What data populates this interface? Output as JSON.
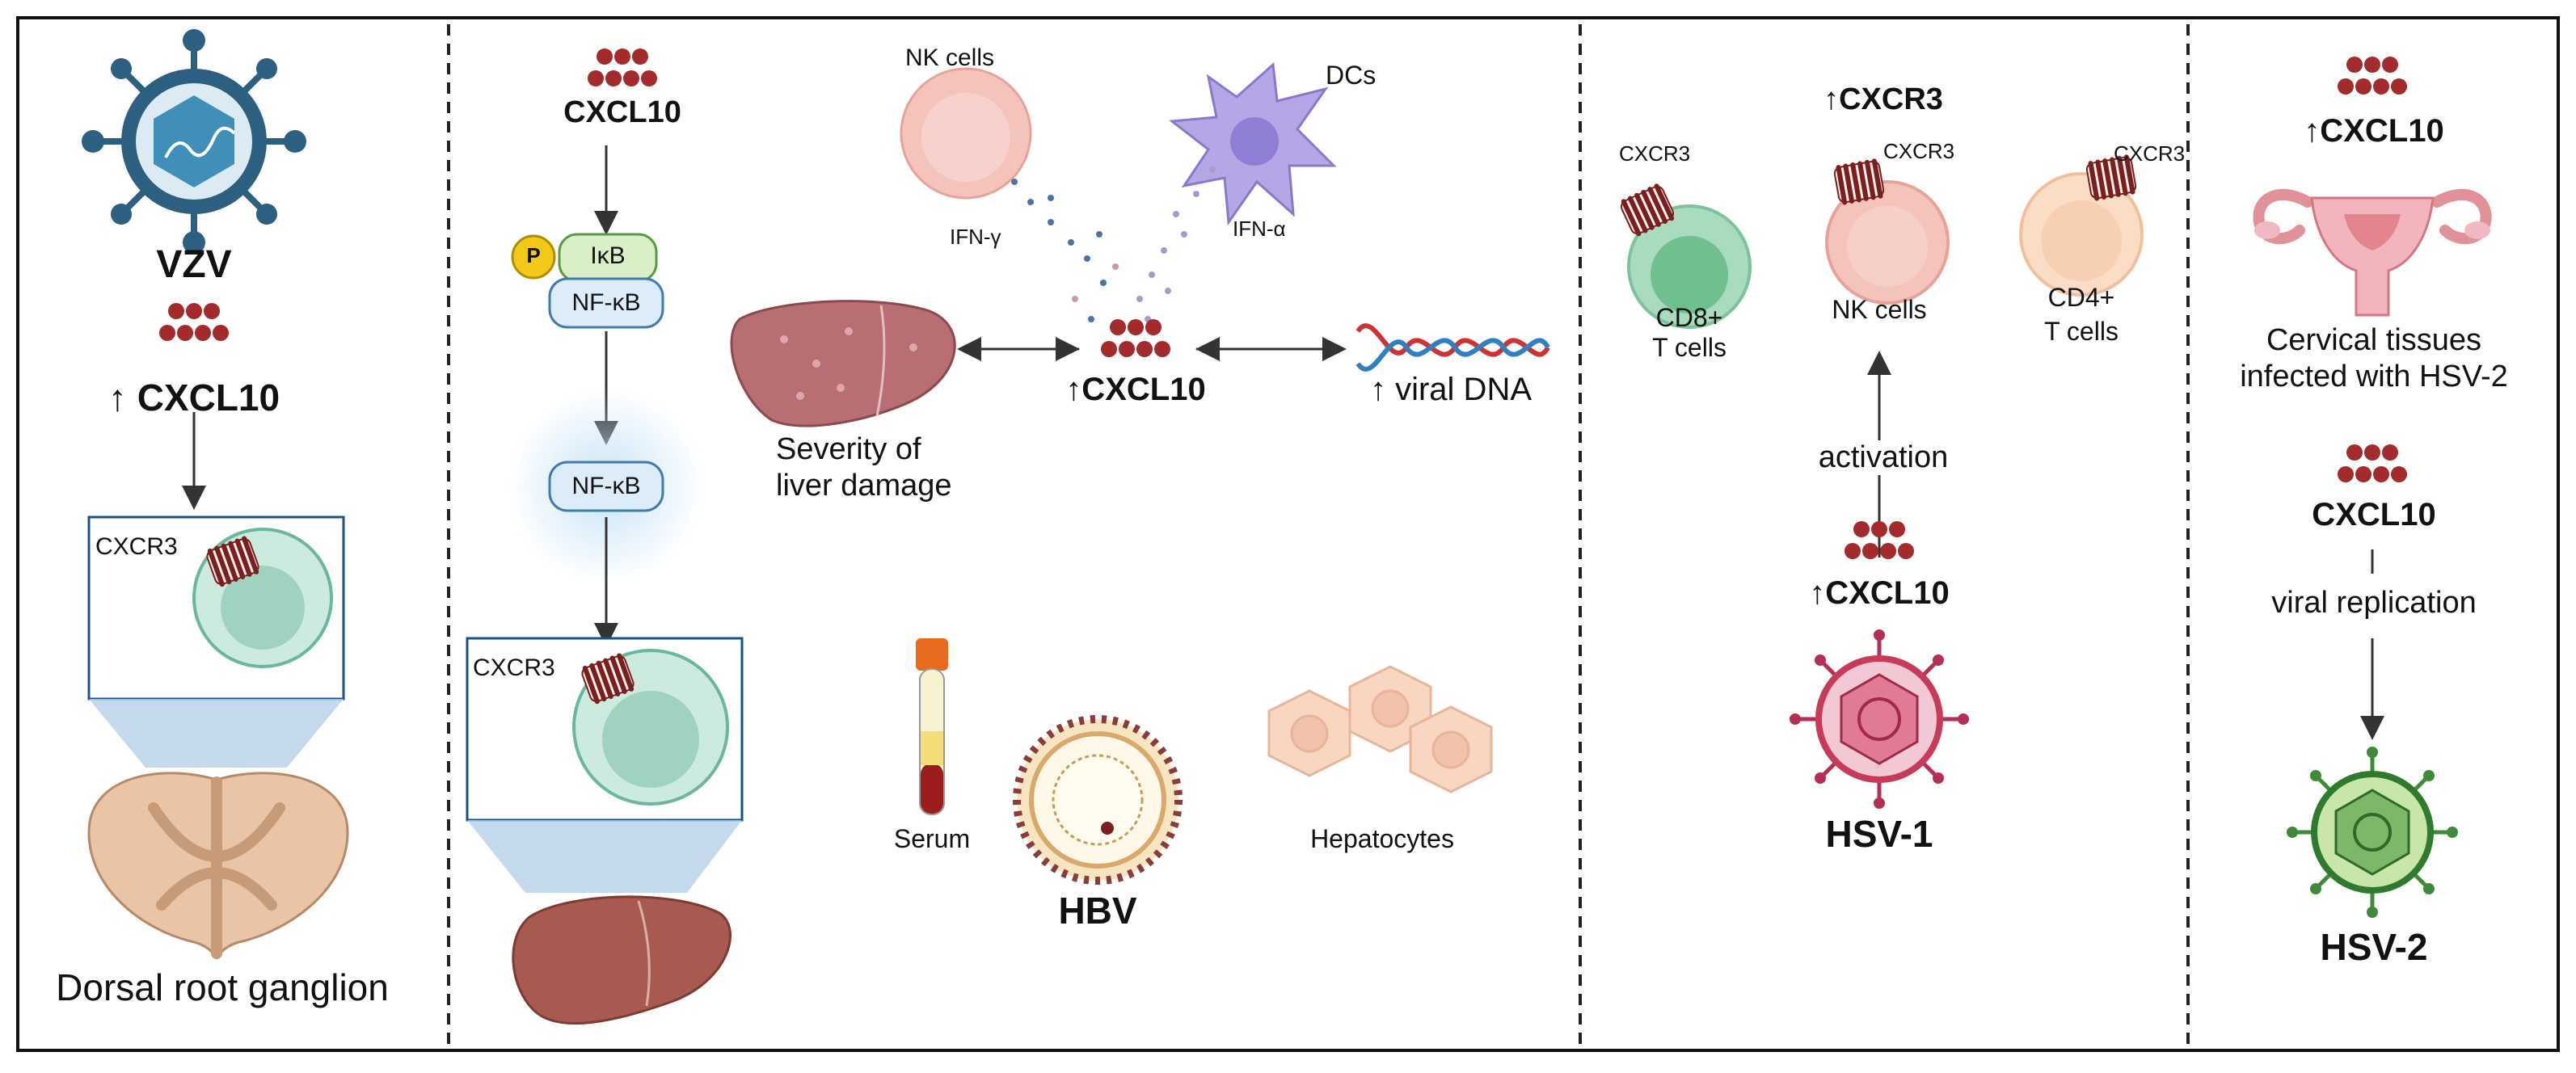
{
  "panel1": {
    "virus": "VZV",
    "chemokine": "↑ CXCL10",
    "receptor": "CXCR3",
    "tissue": "Dorsal root ganglion"
  },
  "panel2": {
    "chemokine": "CXCL10",
    "phospho": "P",
    "ikb": "IκB",
    "nfkb_bound": "NF-κB",
    "nfkb_free": "NF-κB",
    "receptor": "CXCR3",
    "nk_cells": "NK cells",
    "dcs": "DCs",
    "ifn_gamma": "IFN-γ",
    "ifn_alpha": "IFN-α",
    "center_chemokine": "↑CXCL10",
    "viral_dna": "↑ viral DNA",
    "liver_damage_line1": "Severity of",
    "liver_damage_line2": "liver damage",
    "serum": "Serum",
    "virus": "HBV",
    "hepatocytes": "Hepatocytes"
  },
  "panel3": {
    "receptor_up": "↑CXCR3",
    "cd8_receptor": "CXCR3",
    "nk_receptor": "CXCR3",
    "cd4_receptor": "CXCR3",
    "cd8_line1": "CD8+",
    "cd8_line2": "T cells",
    "nk_cells": "NK cells",
    "cd4_line1": "CD4+",
    "cd4_line2": "T cells",
    "activation": "activation",
    "chemokine": "↑CXCL10",
    "virus": "HSV-1"
  },
  "panel4": {
    "chemokine_up": "↑CXCL10",
    "tissue_line1": "Cervical tissues",
    "tissue_line2": "infected with HSV-2",
    "chemokine": "CXCL10",
    "replication": "viral replication",
    "virus": "HSV-2"
  },
  "colors": {
    "chemokine_dot": "#a32b2b",
    "receptor": "#7a1e1e",
    "cell_green": "#a8d9c8",
    "nk_pink": "#f2b8b0",
    "dc_purple": "#b6a6e6",
    "cd4_peach": "#f9d2b5",
    "liver": "#a85a50",
    "hsv1": "#c73a5a",
    "hsv2": "#3f8a3a",
    "vzv": "#2d5f80"
  }
}
